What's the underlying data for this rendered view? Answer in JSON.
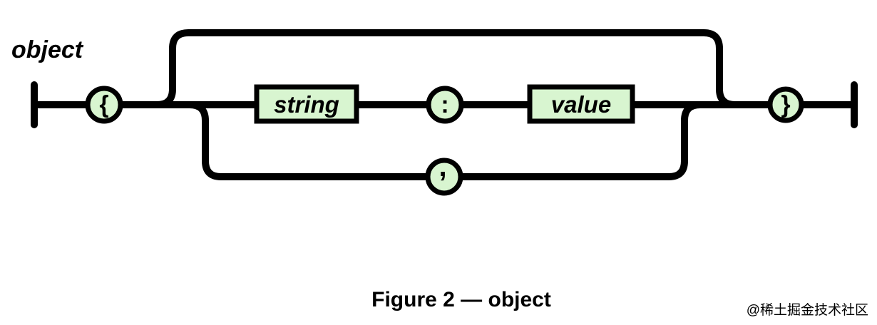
{
  "diagram": {
    "rule_name": "object",
    "nodes": {
      "open_brace": "{",
      "string": "string",
      "colon": ":",
      "value": "value",
      "comma": ",",
      "close_brace": "}"
    },
    "colors": {
      "line": "#000000",
      "node_fill": "#d8f5d0",
      "watermark_text": "#c6c6c6"
    }
  },
  "caption": "Figure 2 — object",
  "watermark": "@稀土掘金技术社区"
}
